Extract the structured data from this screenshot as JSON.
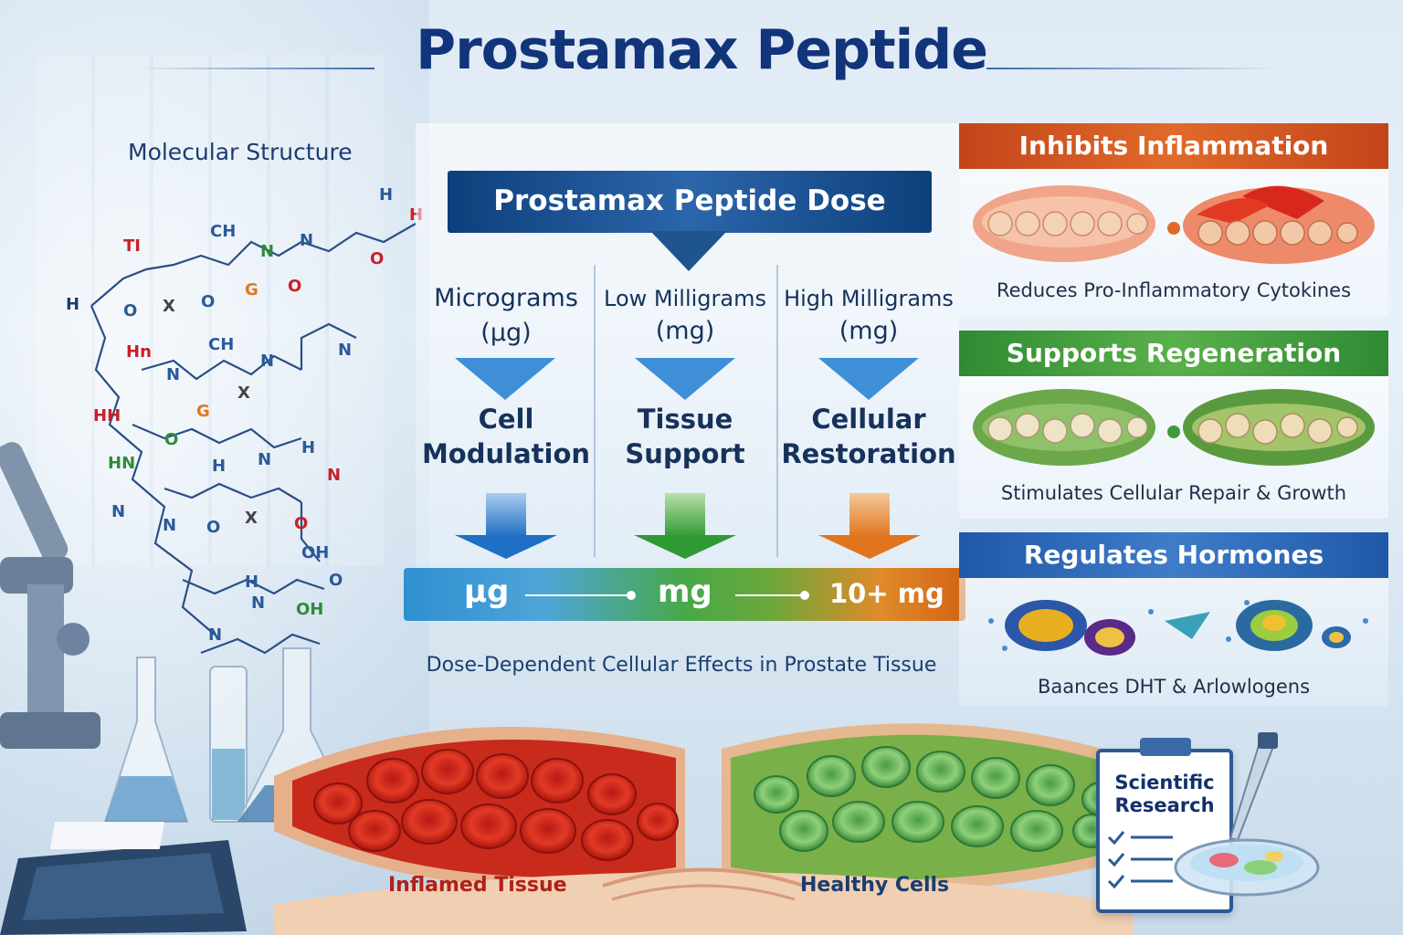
{
  "title": "Prostamax Peptide",
  "molecular_structure": {
    "heading": "Molecular Structure",
    "atom_labels": [
      "H",
      "TI",
      "CH",
      "N",
      "N",
      "H",
      "H",
      "O",
      "X",
      "O",
      "G",
      "O",
      "O",
      "Hn",
      "CH",
      "N",
      "N",
      "X",
      "N",
      "G",
      "HH",
      "O",
      "HN",
      "H",
      "N",
      "H",
      "N",
      "O",
      "N",
      "N",
      "X",
      "O",
      "H",
      "OH",
      "OH",
      "N",
      "N",
      "O"
    ]
  },
  "dose_panel": {
    "header": "Prostamax Peptide Dose",
    "columns": [
      {
        "unit_line1": "Micrograms",
        "unit_line2": "(μg)",
        "effect_line1": "Cell",
        "effect_line2": "Modulation",
        "arrow_color": "#1f6fc4"
      },
      {
        "unit_line1": "Low Milligrams",
        "unit_line2": "(mg)",
        "effect_line1": "Tissue",
        "effect_line2": "Support",
        "arrow_color": "#2f9a34"
      },
      {
        "unit_line1": "High Milligrams",
        "unit_line2": "(mg)",
        "effect_line1": "Cellular",
        "effect_line2": "Restoration",
        "arrow_color": "#e0751e"
      }
    ],
    "scale": {
      "low": "μg",
      "mid": "mg",
      "high": "10+ mg"
    },
    "caption": "Dose-Dependent Cellular Effects in Prostate Tissue"
  },
  "benefits": [
    {
      "title": "Inhibits Inflammation",
      "caption": "Reduces Pro-Inflammatory Cytokines",
      "color": "#d0561e"
    },
    {
      "title": "Supports Regeneration",
      "caption": "Stimulates Cellular Repair & Growth",
      "color": "#3f9a3a"
    },
    {
      "title": "Regulates Hormones",
      "caption": "Baances DHT & Arlowlogens",
      "color": "#2c67b4"
    }
  ],
  "tissue": {
    "left_label": "Inflamed Tissue",
    "right_label": "Healthy Cells"
  },
  "research_card": {
    "line1": "Scientific",
    "line2": "Research"
  },
  "colors": {
    "title": "#12347a",
    "dose_header": "#0e3f7c"
  }
}
